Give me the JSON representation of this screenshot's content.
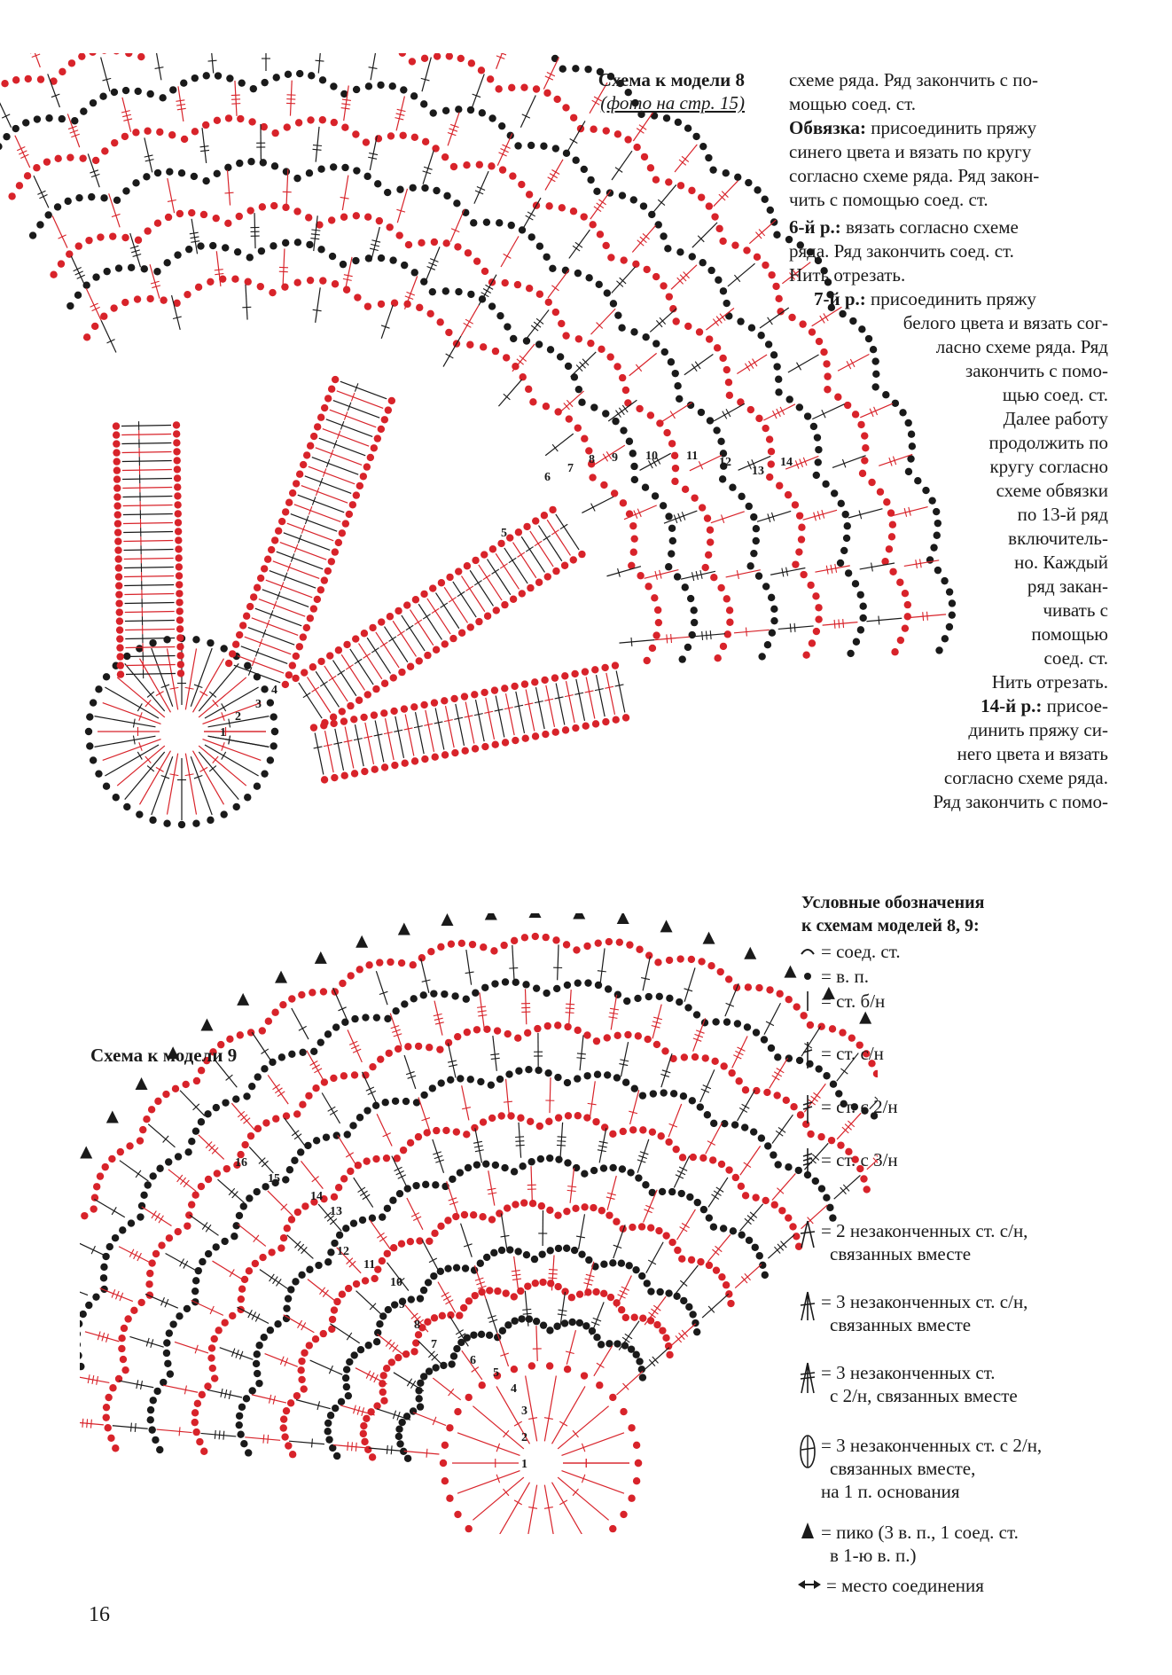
{
  "colors": {
    "red": "#d8232a",
    "black": "#1a1a1a",
    "text": "#1a1a1a"
  },
  "schema8": {
    "title": "Схема к модели 8",
    "subtitle": "(фото на стр. 15)",
    "row_labels": [
      "1",
      "2",
      "3",
      "4",
      "5",
      "6",
      "7",
      "8",
      "9",
      "10",
      "11",
      "12",
      "13",
      "14"
    ]
  },
  "schema9": {
    "title": "Схема к модели 9",
    "row_labels": [
      "1",
      "2",
      "3",
      "4",
      "5",
      "6",
      "7",
      "8",
      "9",
      "10",
      "11",
      "12",
      "13",
      "14",
      "15",
      "16"
    ]
  },
  "instructions": {
    "p1_lines": [
      "схеме ряда. Ряд закончить с по-",
      "мощью соед. ст."
    ],
    "p2_head": "Обвязка:",
    "p2_lines": [
      " присоединить пряжу",
      "синего цвета и вязать по кругу",
      "согласно схеме ряда. Ряд закон-",
      "чить с помощью соед. ст."
    ],
    "p3_head": "6-й р.:",
    "p3_lines": [
      " вязать согласно схеме",
      "ряда. Ряд закончить соед. ст.",
      "Нить отрезать."
    ],
    "p4_head": "7-й р.:",
    "p4_lines": [
      " присоединить пряжу",
      "белого цвета и вязать сог-",
      "ласно схеме ряда. Ряд",
      "закончить с помо-",
      "щью соед. ст.",
      "Далее работу",
      "продолжить по",
      "кругу согласно",
      "схеме обвязки",
      "по 13-й ряд",
      "включитель-",
      "но. Каждый",
      "ряд закан-",
      "чивать с",
      "помощью",
      "соед. ст.",
      "Нить отрезать."
    ],
    "p5_head": "14-й р.:",
    "p5_lines": [
      " присое-",
      "динить пряжу си-",
      "него цвета и вязать",
      "согласно схеме ряда.",
      "Ряд закончить с помо-"
    ]
  },
  "legend": {
    "title_line1": "Условные обозначения",
    "title_line2": "к схемам моделей 8, 9:",
    "items": [
      {
        "icon": "slip-stitch-icon",
        "text": "= соед. ст."
      },
      {
        "icon": "chain-stitch-icon",
        "text": "= в. п."
      },
      {
        "icon": "single-crochet-icon",
        "text": "= ст. б/н"
      },
      {
        "icon": "double-crochet-icon",
        "text": "= ст. с/н"
      },
      {
        "icon": "treble-crochet-icon",
        "text": "= ст. с 2/н"
      },
      {
        "icon": "double-treble-icon",
        "text": "= ст. с 3/н"
      },
      {
        "icon": "dc2tog-icon",
        "text": "= 2 незаконченных ст. с/н,",
        "text2": "связанных вместе"
      },
      {
        "icon": "dc3tog-icon",
        "text": "= 3 незаконченных ст. с/н,",
        "text2": "связанных вместе"
      },
      {
        "icon": "tr3tog-icon",
        "text": "= 3 незаконченных ст.",
        "text2": "с 2/н, связанных вместе"
      },
      {
        "icon": "tr3-cluster-icon",
        "text": "= 3 незаконченных ст. с 2/н,",
        "text2": "связанных вместе,",
        "text3": "на 1 п. основания"
      },
      {
        "icon": "picot-icon",
        "text": "= пико (3 в. п., 1 соед. ст.",
        "text2": "в 1-ю в. п.)"
      },
      {
        "icon": "join-point-icon",
        "text": "= место соединения"
      }
    ]
  },
  "page_number": "16"
}
